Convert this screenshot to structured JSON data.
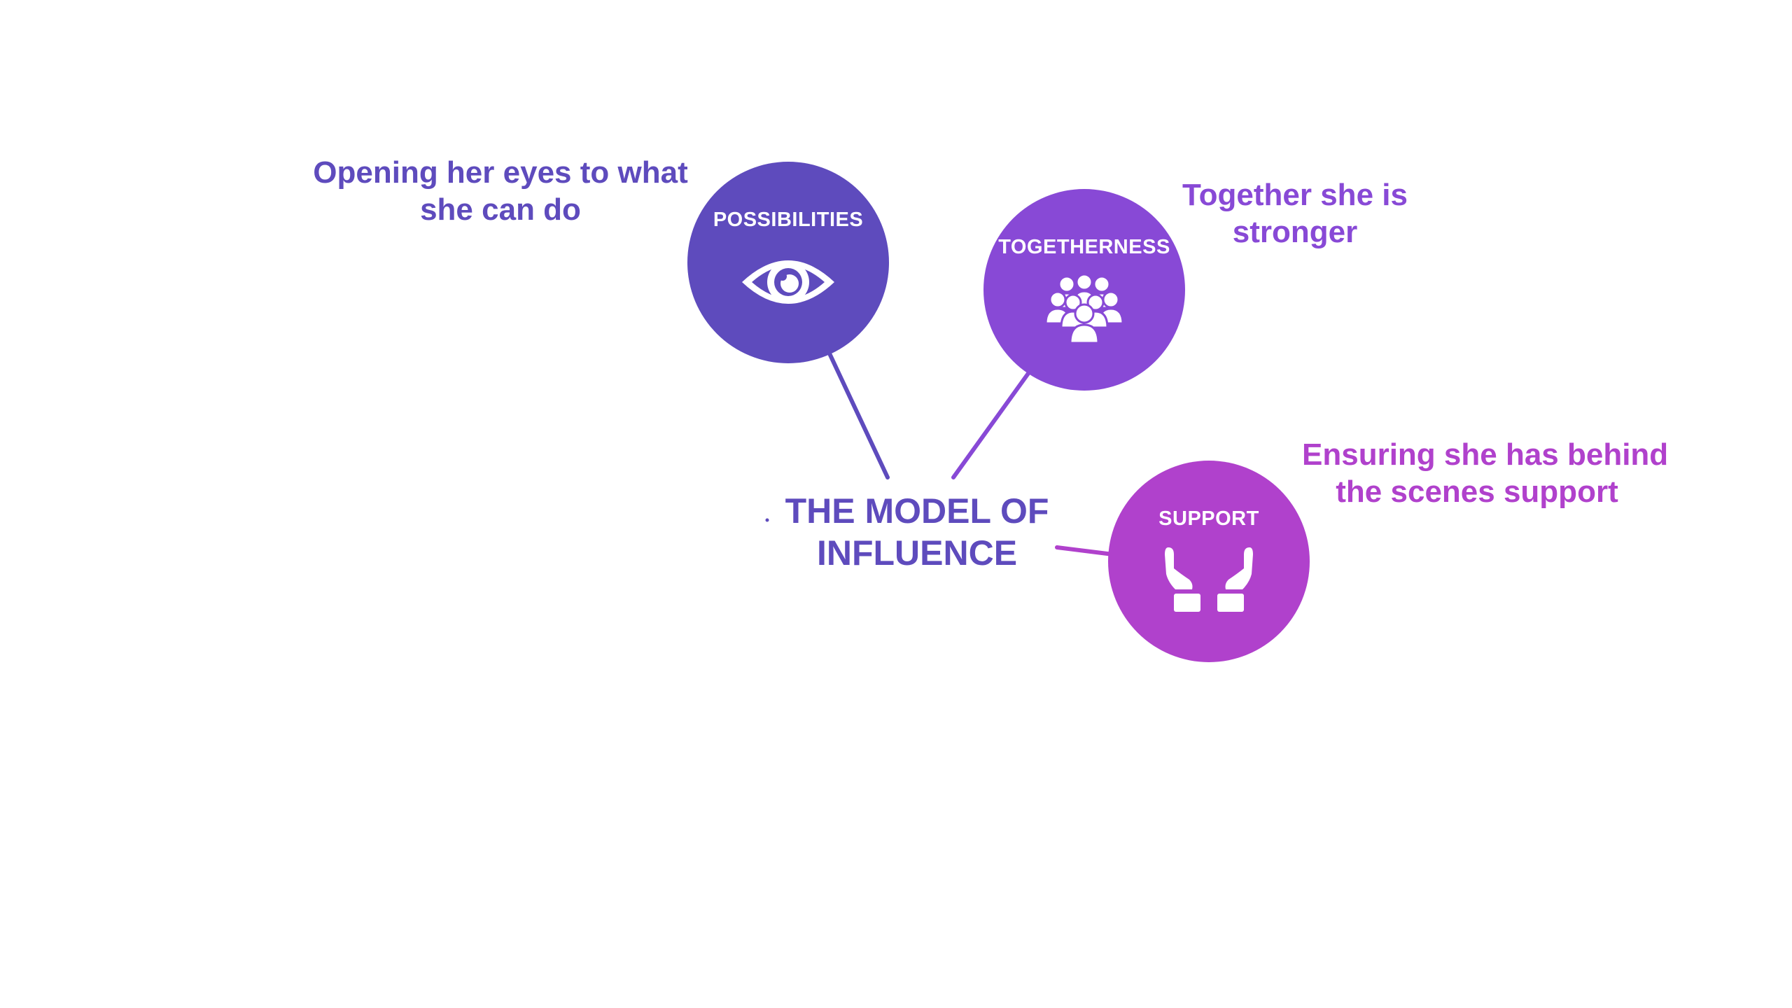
{
  "title": {
    "line1": "THE MODEL OF",
    "line2": "INFLUENCE"
  },
  "nodes": [
    {
      "id": "possibilities",
      "label": "POSSIBILITIES",
      "icon": "eye-icon",
      "color": "#5e4bbd",
      "caption_lines": [
        "Opening her eyes to what",
        "she can do"
      ],
      "caption_color": "#5e4bbd"
    },
    {
      "id": "togetherness",
      "label": "TOGETHERNESS",
      "icon": "people-group-icon",
      "color": "#8849d6",
      "caption_lines": [
        "Together she is",
        "stronger"
      ],
      "caption_color": "#8849d6"
    },
    {
      "id": "support",
      "label": "SUPPORT",
      "icon": "supporting-hands-icon",
      "color": "#b041cc",
      "caption_lines": [
        "Ensuring she has behind",
        "the scenes support"
      ],
      "caption_color": "#b041cc"
    }
  ],
  "colors": {
    "title": "#5e4bbd",
    "background": "#ffffff"
  }
}
